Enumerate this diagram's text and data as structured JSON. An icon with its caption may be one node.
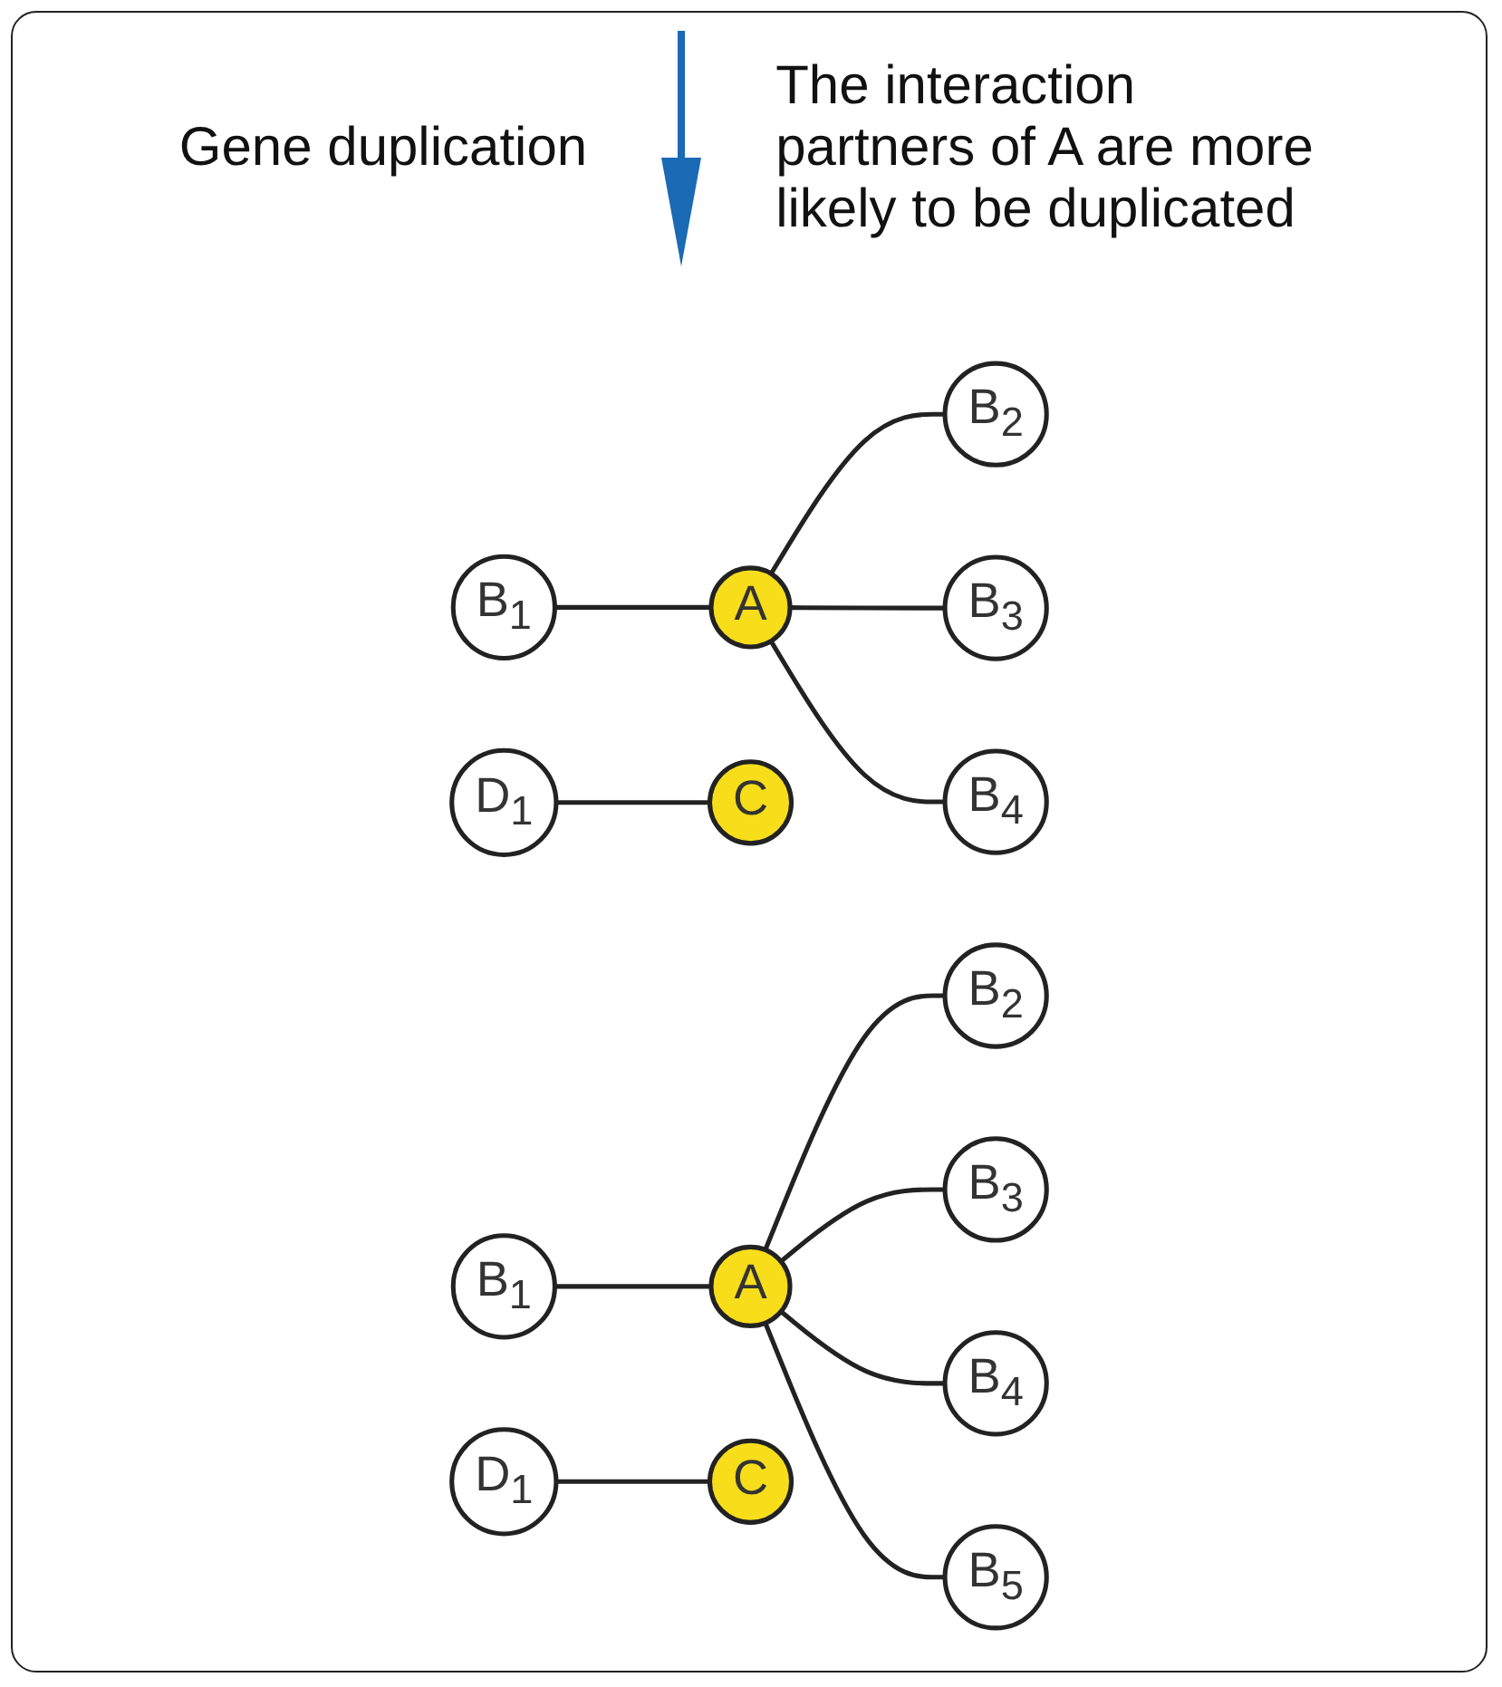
{
  "diagram": {
    "nodes": [
      {
        "text": [
          "D$_{1}$"
        ]
      },
      {
        "text": [
          "B$_{2}$"
        ]
      },
      {
        "text": [
          "B$_{1}$"
        ]
      },
      {
        "text": [
          "A"
        ]
      },
      {
        "text": [
          "B$_{3}$"
        ]
      },
      {
        "text": [
          "C"
        ]
      },
      {
        "text": [
          "B$_{4}$"
        ]
      },
      {
        "text": [
          "D$_{1}$"
        ]
      },
      {
        "text": [
          "B$_{2}$"
        ]
      },
      {
        "text": [
          "B$_{1}$"
        ]
      },
      {
        "text": [
          "A"
        ]
      },
      {
        "text": [
          "B$_{3}$"
        ]
      },
      {
        "text": [
          "C"
        ]
      },
      {
        "text": [
          "B$_{4}$"
        ]
      },
      {
        "text": [
          "B$_{5}$"
        ]
      }
    ],
    "edges": [
      {
        "from": 0,
        "to": 5,
        "arrow": "none"
      },
      {
        "from": 2,
        "to": 3,
        "arrow": "none"
      },
      {
        "from": 3,
        "to": 1,
        "arrow": "none"
      },
      {
        "from": 3,
        "to": 4,
        "arrow": "none"
      },
      {
        "from": 3,
        "to": 6,
        "arrow": "none"
      },
      {
        "from": 7,
        "to": 12,
        "arrow": "none"
      },
      {
        "from": 9,
        "to": 10,
        "arrow": "none"
      },
      {
        "from": 10,
        "to": 8,
        "arrow": "none"
      },
      {
        "from": 10,
        "to": 11,
        "arrow": "none"
      },
      {
        "from": 10,
        "to": 13,
        "arrow": "none"
      },
      {
        "from": 10,
        "to": 14,
        "arrow": "none"
      }
    ],
    "labels": [
      "Gene duplication",
      "The interaction partners of A are more likely to be duplicated"
    ]
  }
}
